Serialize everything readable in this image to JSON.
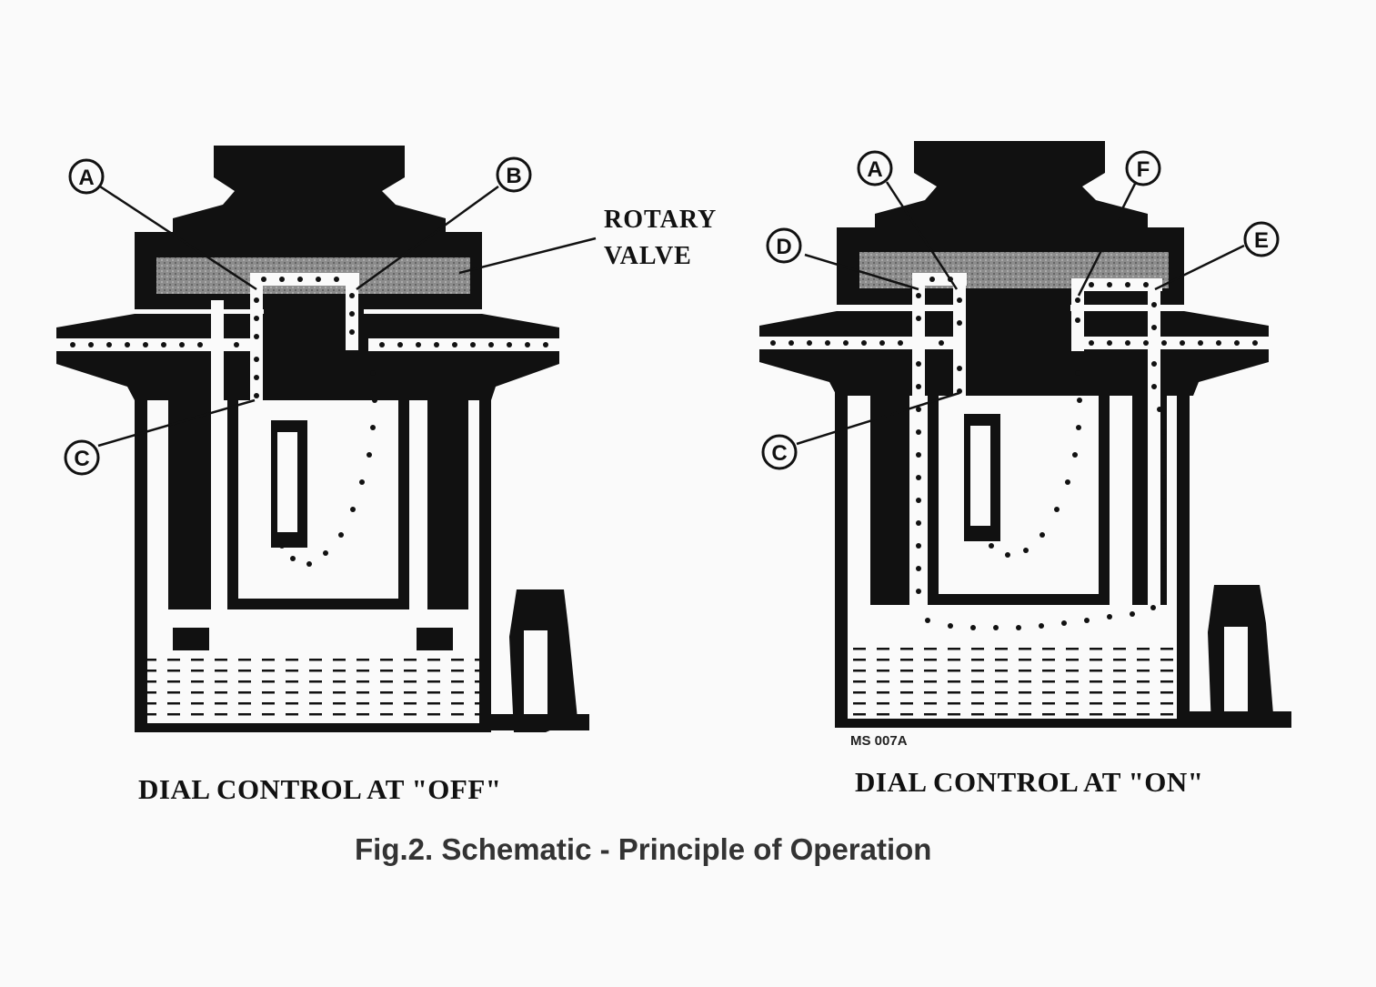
{
  "figure": {
    "title": "Fig.2.  Schematic - Principle of Operation",
    "code": "MS 007A",
    "rotary_valve_label": [
      "ROTARY",
      "VALVE"
    ]
  },
  "panel_off": {
    "caption": "DIAL CONTROL AT \"OFF\"",
    "callouts": [
      "A",
      "B",
      "C"
    ]
  },
  "panel_on": {
    "caption": "DIAL CONTROL AT \"ON\"",
    "callouts": [
      "A",
      "F",
      "D",
      "E",
      "C"
    ]
  },
  "colors": {
    "ink": "#111111",
    "paper": "#fafafa",
    "valve": "#8c8c8c"
  }
}
